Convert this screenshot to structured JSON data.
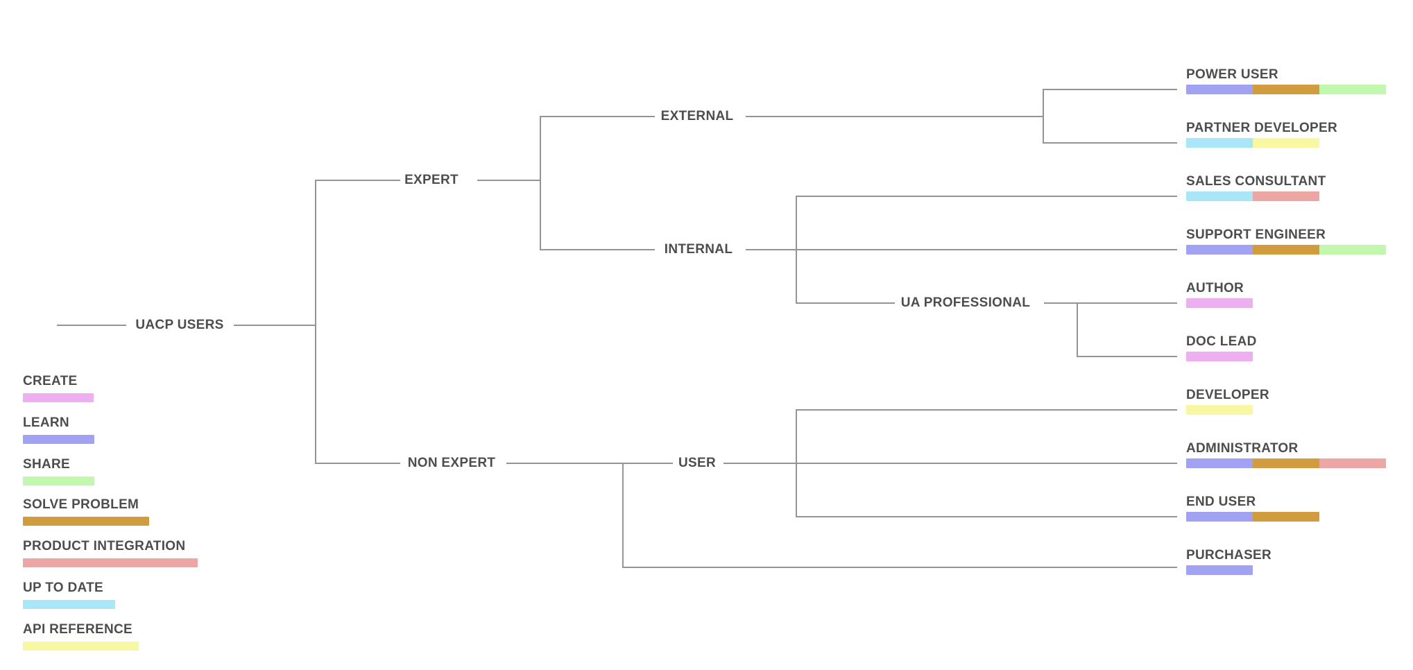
{
  "tree": {
    "label": "UACP USERS",
    "children": [
      {
        "label": "EXPERT",
        "children": [
          {
            "label": "EXTERNAL",
            "children": [
              {
                "label": "POWER USER",
                "tags": [
                  "LEARN",
                  "SOLVE PROBLEM",
                  "SHARE"
                ]
              },
              {
                "label": "PARTNER DEVELOPER",
                "tags": [
                  "UP TO DATE",
                  "API REFERENCE"
                ]
              }
            ]
          },
          {
            "label": "INTERNAL",
            "children": [
              {
                "label": "SALES CONSULTANT",
                "tags": [
                  "UP TO DATE",
                  "PRODUCT INTEGRATION"
                ]
              },
              {
                "label": "SUPPORT ENGINEER",
                "tags": [
                  "LEARN",
                  "SOLVE PROBLEM",
                  "SHARE"
                ]
              },
              {
                "label": "UA PROFESSIONAL",
                "children": [
                  {
                    "label": "AUTHOR",
                    "tags": [
                      "CREATE"
                    ]
                  },
                  {
                    "label": "DOC LEAD",
                    "tags": [
                      "CREATE"
                    ]
                  }
                ]
              }
            ]
          }
        ]
      },
      {
        "label": "NON EXPERT",
        "children": [
          {
            "label": "USER",
            "children": [
              {
                "label": "DEVELOPER",
                "tags": [
                  "API REFERENCE"
                ]
              },
              {
                "label": "ADMINISTRATOR",
                "tags": [
                  "LEARN",
                  "SOLVE PROBLEM",
                  "PRODUCT INTEGRATION"
                ]
              },
              {
                "label": "END USER",
                "tags": [
                  "LEARN",
                  "SOLVE PROBLEM"
                ]
              }
            ]
          },
          {
            "label": "PURCHASER",
            "tags": [
              "LEARN"
            ]
          }
        ]
      }
    ]
  },
  "legend": {
    "items": [
      {
        "label": "CREATE",
        "color": "#eeaff0"
      },
      {
        "label": "LEARN",
        "color": "#a2a2f2"
      },
      {
        "label": "SHARE",
        "color": "#c2f8ad"
      },
      {
        "label": "SOLVE PROBLEM",
        "color": "#d19c3e"
      },
      {
        "label": "PRODUCT INTEGRATION",
        "color": "#ecA6a3"
      },
      {
        "label": "UP TO DATE",
        "color": "#a9e7f8"
      },
      {
        "label": "API REFERENCE",
        "color": "#f8f8a3"
      }
    ]
  },
  "colors": {
    "line": "#949494",
    "text": "#4d4d4d",
    "background": "#ffffff"
  }
}
